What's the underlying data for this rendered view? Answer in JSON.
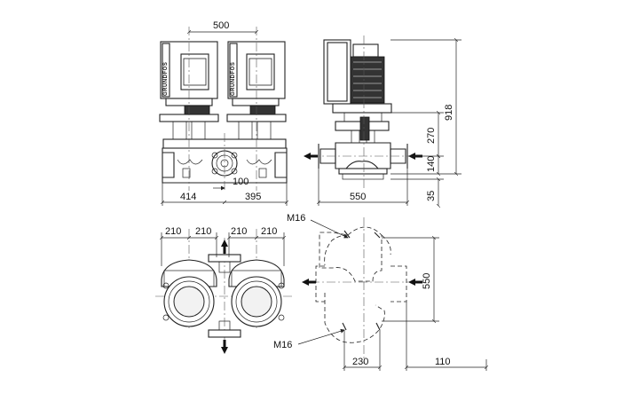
{
  "dimensions": {
    "front_top_width": "500",
    "front_left_width": "414",
    "front_mid_offset": "100",
    "front_right_width": "395",
    "side_height_total": "918",
    "side_height_motor": "270",
    "side_height_port": "140",
    "side_height_base": "35",
    "side_width": "550",
    "plan_spacing_1": "210",
    "plan_spacing_2": "210",
    "plan_spacing_3": "210",
    "plan_spacing_4": "210",
    "base_height": "550",
    "base_offset_1": "230",
    "base_offset_2": "110"
  },
  "threads": {
    "upper": "M16",
    "lower": "M16"
  },
  "brand": {
    "left_motor": "GRUNDFOS",
    "right_motor": "GRUNDFOS"
  },
  "icons": {
    "flow_arrow": "arrow-icon",
    "logo": "grundfos-logo-icon"
  }
}
